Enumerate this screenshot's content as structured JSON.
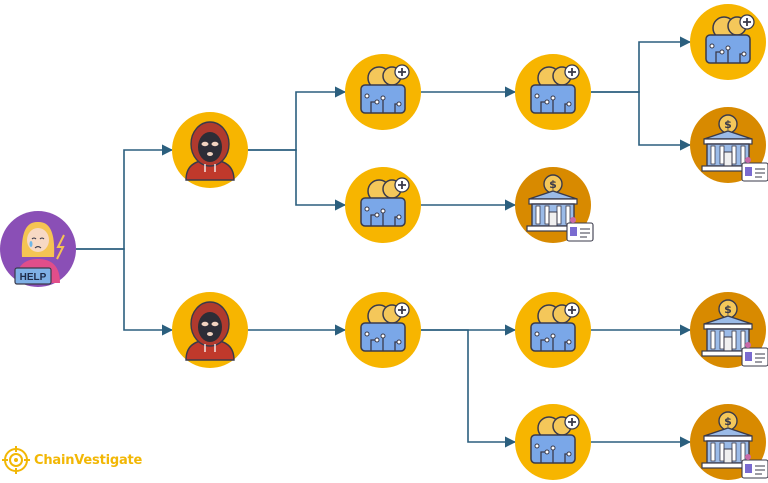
{
  "colors": {
    "edge": "#2b5f7e",
    "victim_bg": "#8a4fb6",
    "hacker_bg": "#f7b500",
    "wallet_bg": "#f7b500",
    "bank_bg": "#d88a00",
    "wallet_card": "#7aa7e8",
    "coin": "#f4c75a",
    "bank_body": "#9bbbe8",
    "logo": "#f2b705"
  },
  "victim": {
    "sign_text": "HELP",
    "icon": "crying-victim-icon"
  },
  "logo": {
    "text": "ChainVestigate",
    "icon": "target-logo-icon"
  },
  "nodes": [
    {
      "id": "victim",
      "type": "victim"
    },
    {
      "id": "hacker-1",
      "type": "hacker"
    },
    {
      "id": "hacker-2",
      "type": "hacker"
    },
    {
      "id": "wallet-a1",
      "type": "wallet"
    },
    {
      "id": "wallet-a2",
      "type": "wallet"
    },
    {
      "id": "wallet-b1",
      "type": "wallet"
    },
    {
      "id": "wallet-c1",
      "type": "wallet"
    },
    {
      "id": "bank-c2",
      "type": "bank"
    },
    {
      "id": "wallet-c3",
      "type": "wallet"
    },
    {
      "id": "wallet-c4",
      "type": "wallet"
    },
    {
      "id": "wallet-d1",
      "type": "wallet"
    },
    {
      "id": "bank-d2",
      "type": "bank"
    },
    {
      "id": "bank-d3",
      "type": "bank"
    },
    {
      "id": "bank-d4",
      "type": "bank"
    }
  ],
  "edges": [
    [
      "victim",
      "hacker-1"
    ],
    [
      "victim",
      "hacker-2"
    ],
    [
      "hacker-1",
      "wallet-a1"
    ],
    [
      "hacker-1",
      "wallet-a2"
    ],
    [
      "hacker-2",
      "wallet-b1"
    ],
    [
      "wallet-a1",
      "wallet-c1"
    ],
    [
      "wallet-a2",
      "bank-c2"
    ],
    [
      "wallet-b1",
      "wallet-c3"
    ],
    [
      "wallet-b1",
      "wallet-c4"
    ],
    [
      "wallet-c1",
      "wallet-d1"
    ],
    [
      "wallet-c1",
      "bank-d2"
    ],
    [
      "wallet-c3",
      "bank-d3"
    ],
    [
      "wallet-c4",
      "bank-d4"
    ]
  ]
}
